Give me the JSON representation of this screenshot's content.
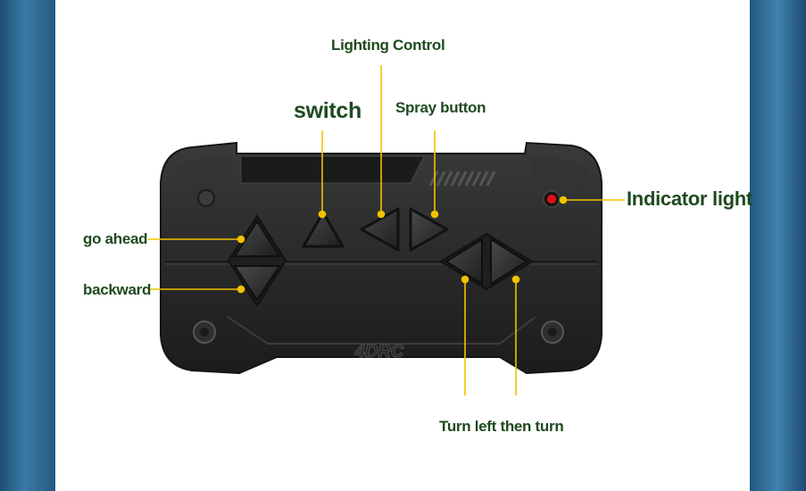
{
  "labels": {
    "lighting_control": "Lighting Control",
    "switch": "switch",
    "spray_button": "Spray button",
    "indicator_light": "Indicator light",
    "go_ahead": "go ahead",
    "backward": "backward",
    "turn": "Turn left then turn"
  },
  "brand_logo_text": "4DRC",
  "colors": {
    "label_text": "#1f4a1f",
    "leader_line": "#f2c200",
    "indicator_led": "#e01010",
    "remote_body": "#2b2b2b"
  }
}
